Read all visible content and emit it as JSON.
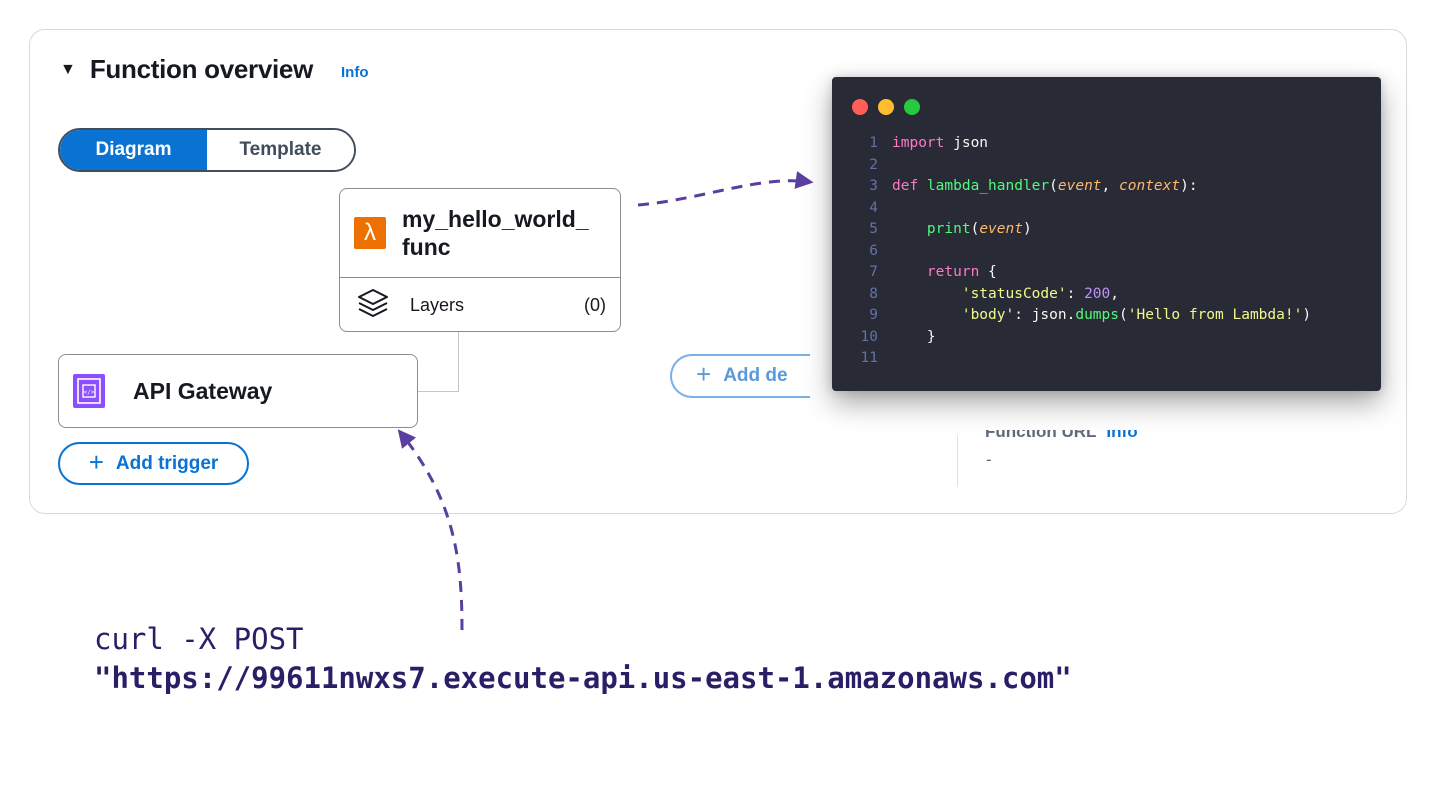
{
  "panel": {
    "title": "Function overview",
    "info": "Info"
  },
  "view_toggle": {
    "options": [
      "Diagram",
      "Template"
    ],
    "selected": "Diagram"
  },
  "function_node": {
    "name": "my_hello_world_func",
    "icon": "lambda-icon",
    "layers_label": "Layers",
    "layers_count": "(0)"
  },
  "trigger_node": {
    "name": "API Gateway",
    "icon": "api-gateway-icon"
  },
  "buttons": {
    "add_trigger": "Add trigger",
    "add_destination": "Add de"
  },
  "function_url": {
    "label": "Function URL",
    "info": "Info",
    "value": "-"
  },
  "code_window": {
    "dot_colors": [
      "#ff5f56",
      "#ffbd2e",
      "#27c93f"
    ],
    "lines": [
      [
        [
          "import",
          "kw"
        ],
        [
          " json",
          "txt"
        ]
      ],
      [],
      [
        [
          "def ",
          "kw"
        ],
        [
          "lambda_handler",
          "fn"
        ],
        [
          "(",
          "txt"
        ],
        [
          "event",
          "par"
        ],
        [
          ", ",
          "txt"
        ],
        [
          "context",
          "par"
        ],
        [
          "):",
          "txt"
        ]
      ],
      [],
      [
        [
          "    ",
          "txt"
        ],
        [
          "print",
          "fn"
        ],
        [
          "(",
          "txt"
        ],
        [
          "event",
          "par"
        ],
        [
          ")",
          "txt"
        ]
      ],
      [],
      [
        [
          "    ",
          "txt"
        ],
        [
          "return",
          "kw"
        ],
        [
          " {",
          "txt"
        ]
      ],
      [
        [
          "        ",
          "txt"
        ],
        [
          "'statusCode'",
          "str"
        ],
        [
          ": ",
          "txt"
        ],
        [
          "200",
          "num"
        ],
        [
          ",",
          "txt"
        ]
      ],
      [
        [
          "        ",
          "txt"
        ],
        [
          "'body'",
          "str"
        ],
        [
          ": json.",
          "txt"
        ],
        [
          "dumps",
          "fn"
        ],
        [
          "(",
          "txt"
        ],
        [
          "'Hello from Lambda!'",
          "str"
        ],
        [
          ")",
          "txt"
        ]
      ],
      [
        [
          "    }",
          "txt"
        ]
      ],
      []
    ]
  },
  "curl": {
    "line1": "curl -X POST",
    "line2": "\"https://99611nwxs7.execute-api.us-east-1.amazonaws.com\""
  },
  "colors": {
    "primary_blue": "#0972d3",
    "lambda_orange": "#ed7100",
    "api_purple": "#8c4fff",
    "annotation_purple": "#5b3f9e",
    "code_bg": "#282a36"
  }
}
